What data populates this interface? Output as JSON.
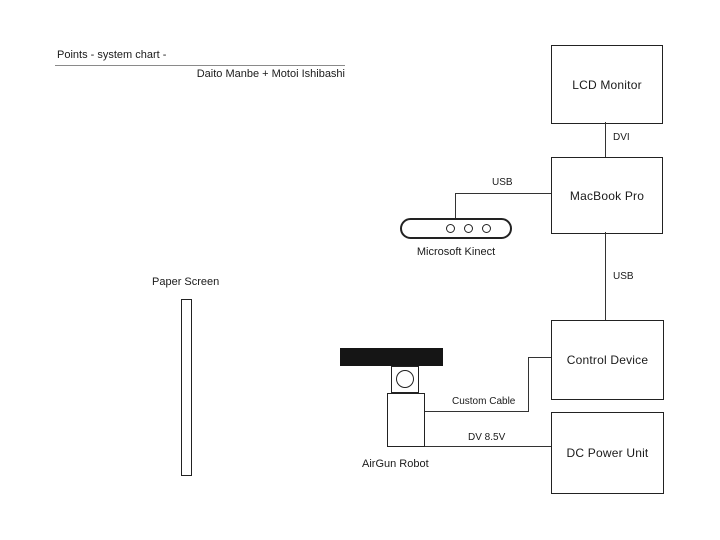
{
  "header": {
    "title": "Points  - system chart -",
    "authors": "Daito Manbe + Motoi Ishibashi"
  },
  "nodes": {
    "lcd_monitor": {
      "label": "LCD Monitor"
    },
    "macbook_pro": {
      "label": "MacBook Pro"
    },
    "control_device": {
      "label": "Control Device"
    },
    "dc_power_unit": {
      "label": "DC Power Unit"
    },
    "kinect": {
      "label": "Microsoft Kinect"
    },
    "airgun_robot": {
      "label": "AirGun Robot"
    },
    "paper_screen": {
      "label": "Paper Screen"
    }
  },
  "edges": {
    "dvi": {
      "label": "DVI"
    },
    "usb_kinect": {
      "label": "USB"
    },
    "usb_control": {
      "label": "USB"
    },
    "custom_cable": {
      "label": "Custom Cable"
    },
    "dv_power": {
      "label": "DV 8.5V"
    }
  },
  "colors": {
    "line": "#333333",
    "box_border": "#222222",
    "background": "#ffffff"
  }
}
